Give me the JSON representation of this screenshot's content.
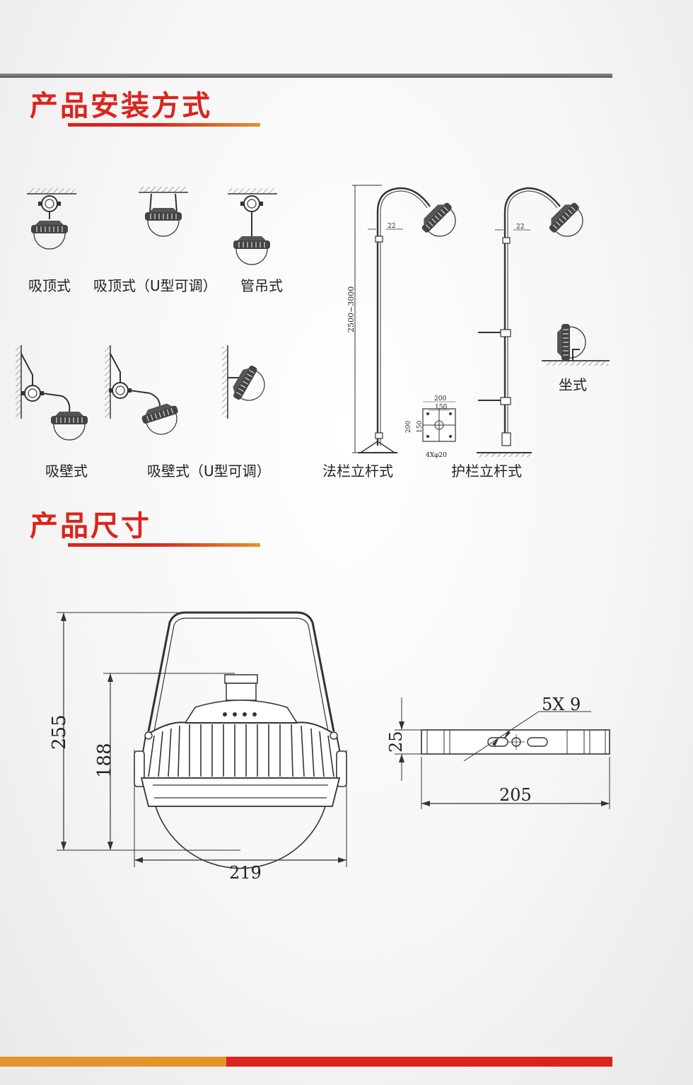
{
  "install": {
    "title": "产品安装方式",
    "captions": {
      "ceiling": "吸顶式",
      "ceiling_u": "吸顶式（U型可调）",
      "pendant": "管吊式",
      "wall": "吸壁式",
      "wall_u": "吸壁式（U型可调）",
      "flange_pole": "法栏立杆式",
      "rail_pole": "护栏立杆式",
      "seat": "坐式"
    },
    "pole_labels": {
      "height": "2500~3000",
      "pipe_a": "22",
      "pipe_b": "22",
      "flange_outer": "200",
      "flange_inner": "150",
      "flange_side_outer": "200",
      "flange_side_inner": "150",
      "flange_holes": "4Xφ20"
    }
  },
  "size": {
    "title": "产品尺寸",
    "dims": {
      "total_height": "255",
      "body_height": "188",
      "width": "219",
      "bracket_height": "25",
      "bracket_length": "205",
      "slot": "5X 9"
    }
  },
  "colors": {
    "title_red": "#d9251d",
    "accent_orange": "#e3952a",
    "rule_gray": "#6a6a6a"
  }
}
